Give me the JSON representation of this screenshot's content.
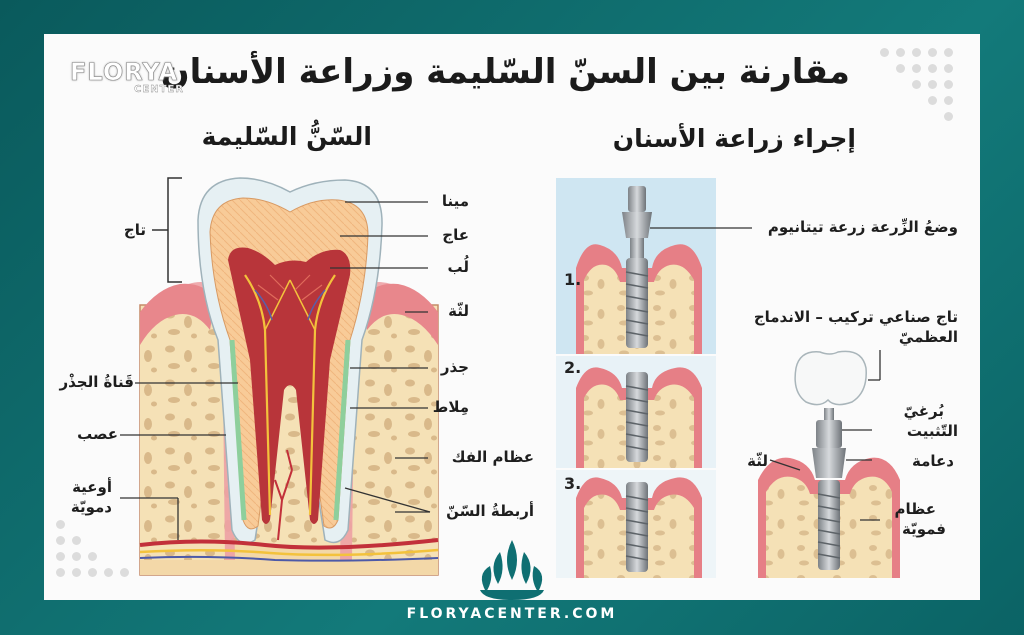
{
  "title": "مقارنة بين السنّ السّليمة وزراعة الأسنان",
  "logo": {
    "name": "FLORYA",
    "sub": "CENTER"
  },
  "healthy_tooth": {
    "heading": "السّنُّ السّليمة",
    "labels": {
      "crown": "تاج",
      "enamel": "مينا",
      "dentin": "عاج",
      "pulp": "لُب",
      "gum": "لثّة",
      "root": "جذر",
      "root_canal": "قَناةُ الجذْر",
      "cementum": "مِلاط",
      "nerve": "عصب",
      "jaw_bone": "عظام الفك",
      "vessels_1": "أوعية",
      "vessels_2": "دمويّة",
      "ligaments": "أربطةُ السّنّ"
    }
  },
  "implant": {
    "heading": "إجراء زراعة الأسنان",
    "steps": [
      "1.",
      "2.",
      "3."
    ],
    "labels": {
      "titanium": "وضعُ الزِّرعة زرعة تيتانيوم",
      "crown_1": "تاج صناعي  تركيب – الاندماج",
      "crown_2": "العظميّ",
      "screw_1": "بُرغيّ",
      "screw_2": "التّثبيت",
      "gum": "لثّة",
      "abutment": "دعامة",
      "bone_1": "عظام",
      "bone_2": "فمويّة"
    }
  },
  "footer": "FLORYACENTER.COM",
  "colors": {
    "teal": "#116f70",
    "gum": "#e98a8e",
    "bone": "#f4dfb3",
    "pulp": "#b8353a",
    "dentin": "#f7c996",
    "enamel": "#e9f2f5"
  }
}
